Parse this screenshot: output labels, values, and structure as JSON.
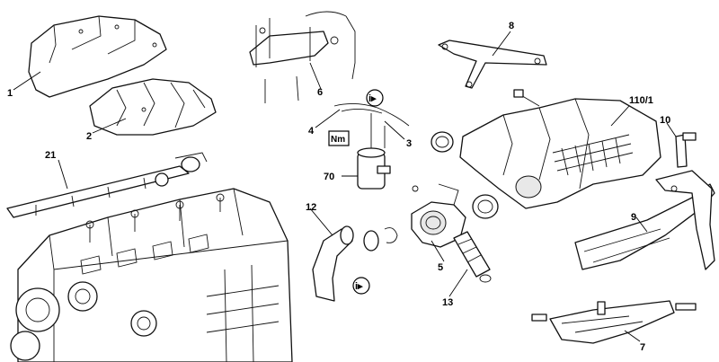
{
  "callouts": {
    "c1": "1",
    "c2": "2",
    "c3": "3",
    "c4": "4",
    "c5": "5",
    "c6": "6",
    "c7": "7",
    "c8": "8",
    "c9": "9",
    "c10": "10",
    "c12": "12",
    "c13": "13",
    "c21": "21",
    "c70": "70",
    "c110_1": "110/1"
  },
  "symbols": {
    "torque_label": "Nm",
    "see_glyph": "i▸"
  }
}
